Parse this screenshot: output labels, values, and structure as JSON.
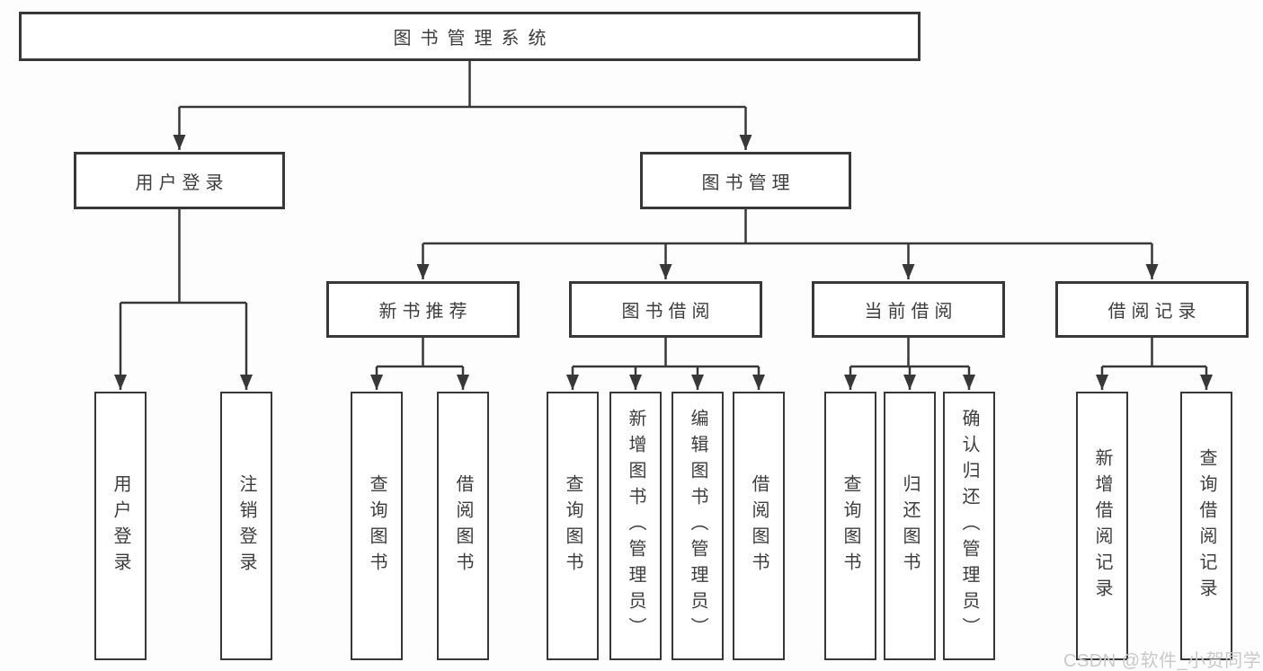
{
  "diagram": {
    "type": "tree",
    "root": {
      "label": "图书管理系统",
      "children": [
        {
          "label": "用户登录",
          "children": [
            {
              "label": "用户登录"
            },
            {
              "label": "注销登录"
            }
          ]
        },
        {
          "label": "图书管理",
          "children": [
            {
              "label": "新书推荐",
              "children": [
                {
                  "label": "查询图书"
                },
                {
                  "label": "借阅图书"
                }
              ]
            },
            {
              "label": "图书借阅",
              "children": [
                {
                  "label": "查询图书"
                },
                {
                  "label": "新增图书（管理员）"
                },
                {
                  "label": "编辑图书（管理员）"
                },
                {
                  "label": "借阅图书"
                }
              ]
            },
            {
              "label": "当前借阅",
              "children": [
                {
                  "label": "查询图书"
                },
                {
                  "label": "归还图书"
                },
                {
                  "label": "确认归还（管理员）"
                }
              ]
            },
            {
              "label": "借阅记录",
              "children": [
                {
                  "label": "新增借阅记录"
                },
                {
                  "label": "查询借阅记录"
                }
              ]
            }
          ]
        }
      ]
    }
  },
  "watermark": {
    "text": "CSDN @软件_小贺同学",
    "color": "#c9c9c9"
  },
  "colors": {
    "line": "#383838",
    "box_border": "#383838",
    "box_background": "#ffffff",
    "text": "#3d3d3d",
    "page_background": "#fdfdfd"
  }
}
